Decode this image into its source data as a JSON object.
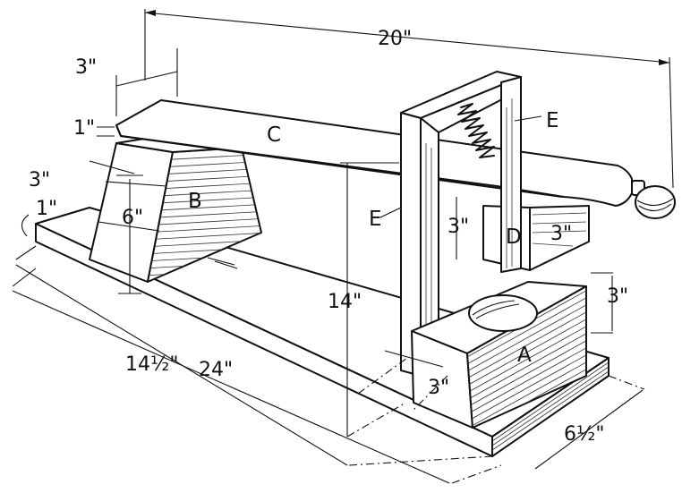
{
  "parts": {
    "a": "A",
    "b": "B",
    "c": "C",
    "d": "D",
    "e_front": "E",
    "e_back": "E"
  },
  "dimensions": {
    "length_20": "20\"",
    "beam_width_3": "3\"",
    "beam_thick_1": "1\"",
    "block_b_3": "3\"",
    "block_b_6": "6\"",
    "base_1": "1\"",
    "width_14_half": "14½\"",
    "base_24": "24\"",
    "height_14": "14\"",
    "gap_3": "3\"",
    "block_d_3": "3\"",
    "block_a_height_3": "3\"",
    "block_a_3": "3\"",
    "base_width_6_half": "6½\""
  }
}
